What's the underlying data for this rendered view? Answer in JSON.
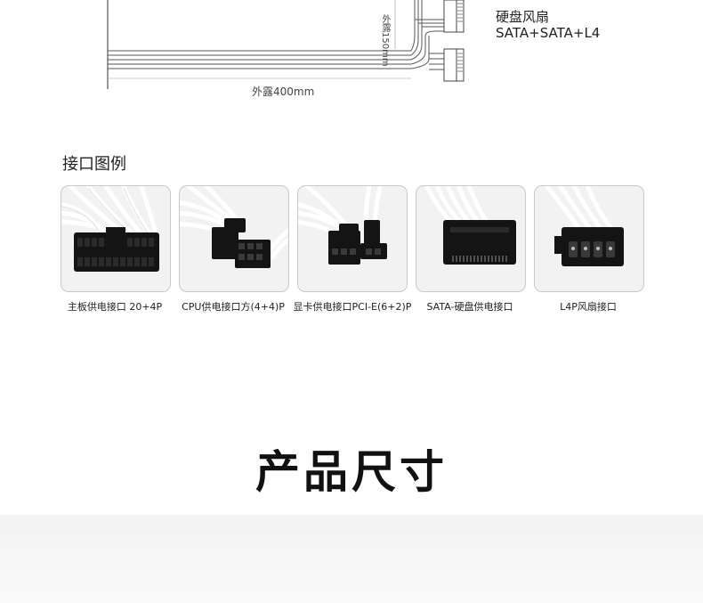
{
  "diagram": {
    "fan_connector_title": "硬盘风扇",
    "fan_connector_spec": "SATA+SATA+L4",
    "main_length": "外露400mm",
    "branch_length": "外露150mm"
  },
  "legend": {
    "title": "接口图例",
    "items": [
      {
        "label": "主板供电接口 20+4P",
        "icon": "atx-24pin-connector-icon"
      },
      {
        "label": "CPU供电接口方(4+4)P",
        "icon": "cpu-8pin-connector-icon"
      },
      {
        "label": "显卡供电接口PCI-E(6+2)P",
        "icon": "pcie-8pin-connector-icon"
      },
      {
        "label": "SATA-硬盘供电接口",
        "icon": "sata-connector-icon"
      },
      {
        "label": "L4P风扇接口",
        "icon": "molex-4pin-connector-icon"
      }
    ]
  },
  "section": {
    "title": "产品尺寸"
  },
  "colors": {
    "connector": "#141414",
    "wire": "#ffffff",
    "card_background": "#f2f2f2",
    "band": "#f4f4f4"
  }
}
